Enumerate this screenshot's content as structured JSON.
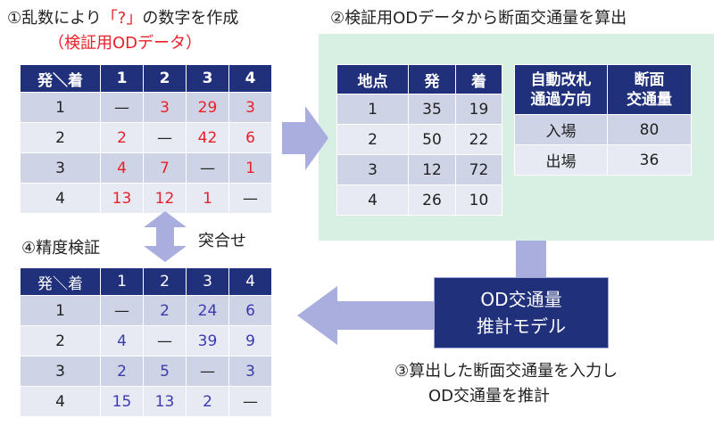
{
  "step1": {
    "title_prefix": "①乱数により",
    "title_highlight": "「?」",
    "title_suffix": "の数字を作成",
    "subtitle": "（検証用ODデータ）"
  },
  "step2": {
    "title": "②検証用ODデータから断面交通量を算出"
  },
  "step3": {
    "caption_line1": "③算出した断面交通量を入力し",
    "caption_line2": "OD交通量を推計"
  },
  "step4": {
    "title": "④精度検証",
    "compare_label": "突合せ"
  },
  "model": {
    "line1": "OD交通量",
    "line2": "推計モデル"
  },
  "od_table_generated": {
    "header": [
      "発＼着",
      "1",
      "2",
      "3",
      "4"
    ],
    "rows": [
      [
        "1",
        "—",
        "3",
        "29",
        "3"
      ],
      [
        "2",
        "2",
        "—",
        "42",
        "6"
      ],
      [
        "3",
        "4",
        "7",
        "—",
        "1"
      ],
      [
        "4",
        "13",
        "12",
        "1",
        "—"
      ]
    ]
  },
  "point_table": {
    "header": [
      "地点",
      "発",
      "着"
    ],
    "rows": [
      [
        "1",
        "35",
        "19"
      ],
      [
        "2",
        "50",
        "22"
      ],
      [
        "3",
        "12",
        "72"
      ],
      [
        "4",
        "26",
        "10"
      ]
    ]
  },
  "gate_table": {
    "header": [
      "自動改札\n通過方向",
      "断面\n交通量"
    ],
    "rows": [
      [
        "入場",
        "80"
      ],
      [
        "出場",
        "36"
      ]
    ]
  },
  "od_table_estimated": {
    "header": [
      "発＼着",
      "1",
      "2",
      "3",
      "4"
    ],
    "rows": [
      [
        "1",
        "—",
        "2",
        "24",
        "6"
      ],
      [
        "2",
        "4",
        "—",
        "39",
        "9"
      ],
      [
        "3",
        "2",
        "5",
        "—",
        "3"
      ],
      [
        "4",
        "15",
        "13",
        "2",
        "—"
      ]
    ]
  },
  "colors": {
    "header_navy": "#20307a",
    "red_values": "#e8202a",
    "blue_values": "#3b3bb0",
    "panel_green": "#d8efe3",
    "arrow_lavender": "#a9aedf"
  }
}
